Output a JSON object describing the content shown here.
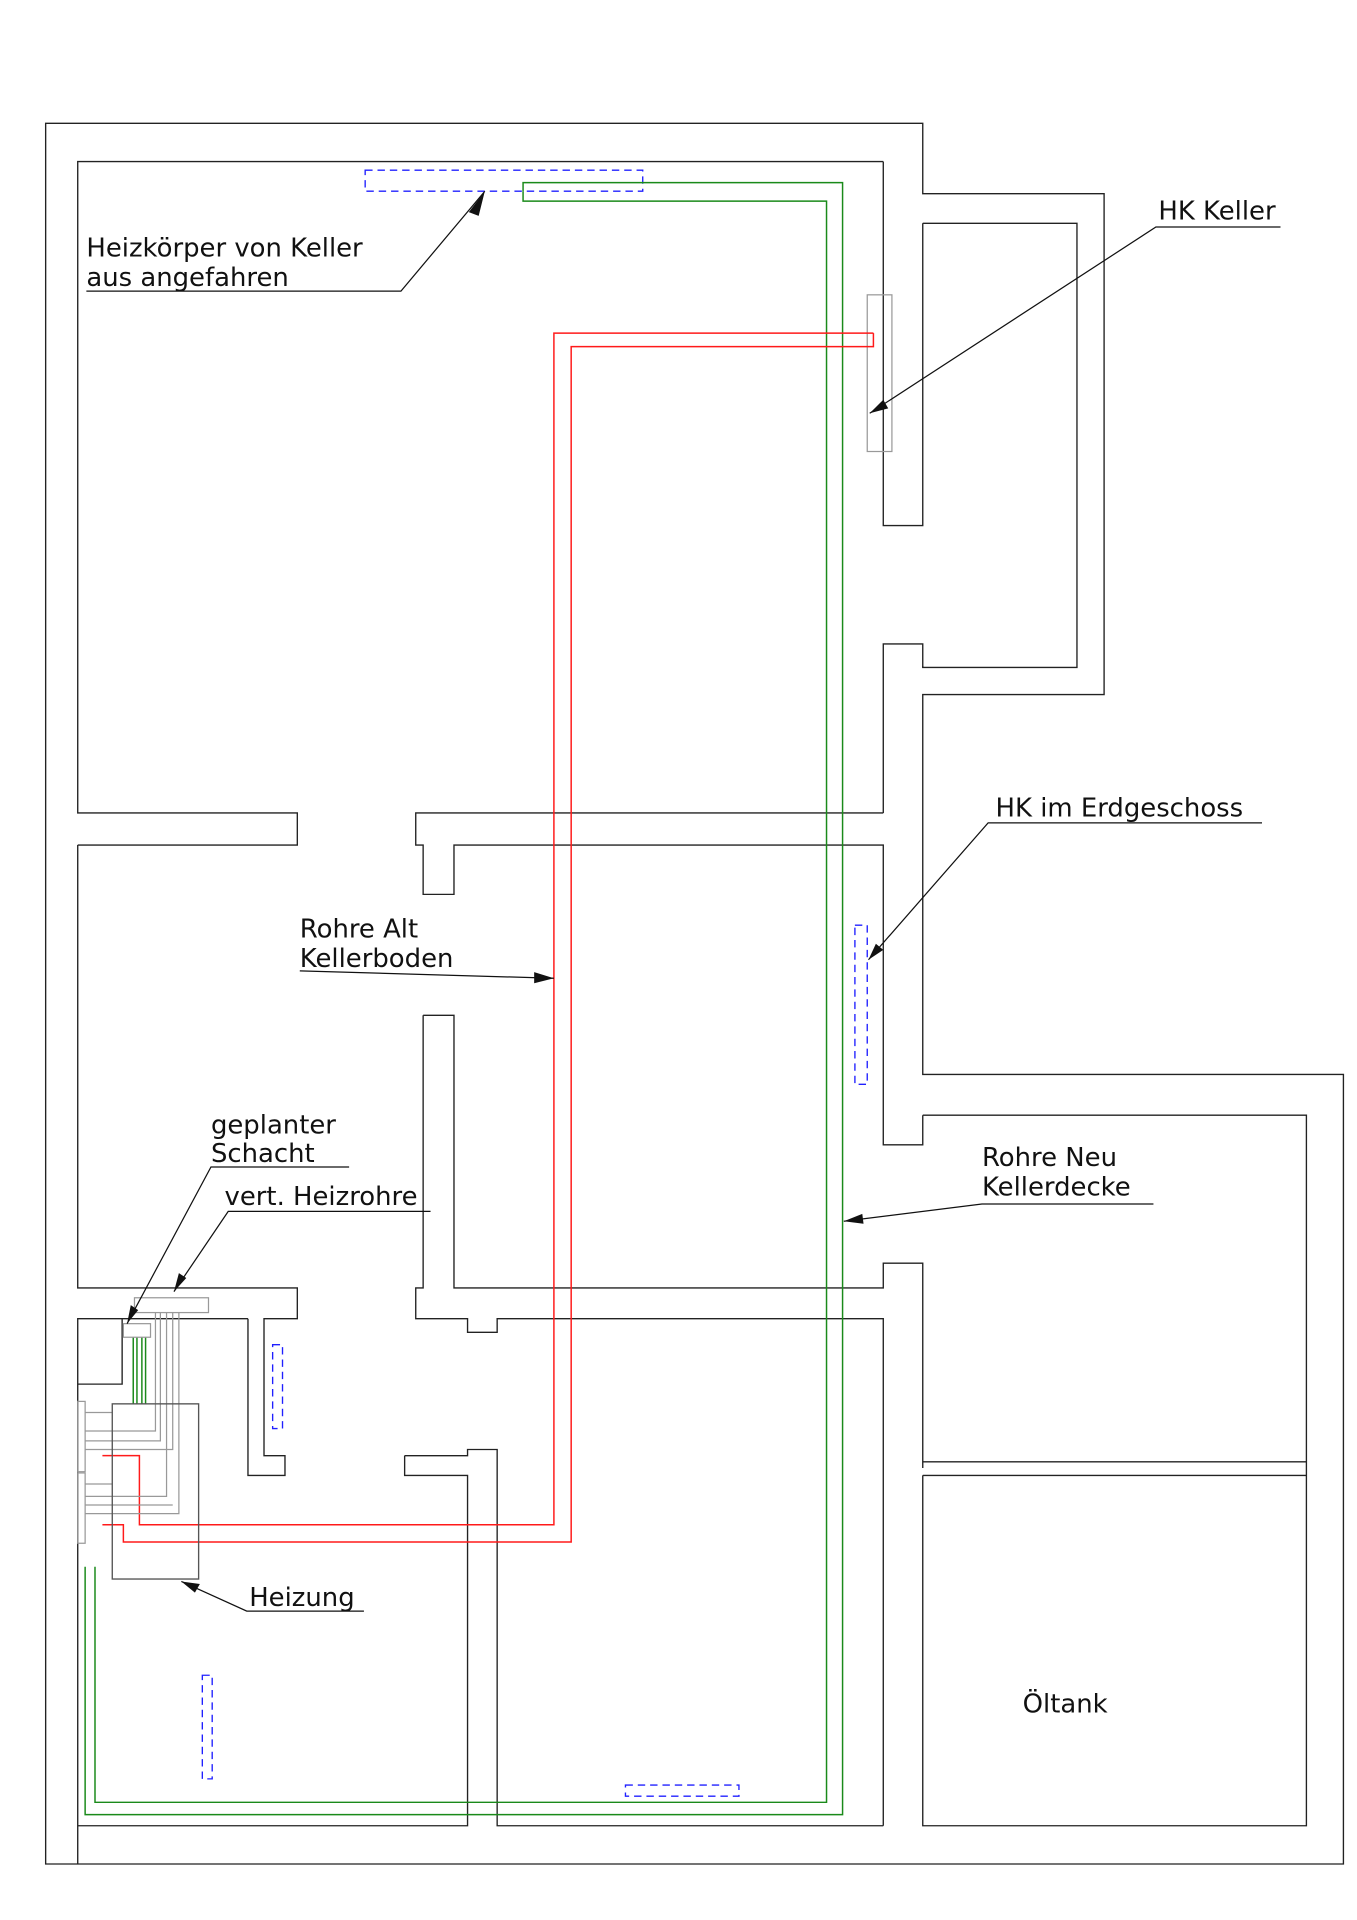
{
  "diagram": {
    "type": "floor-plan",
    "description": "Basement floor plan with heating pipe routing",
    "colors": {
      "walls": "#222222",
      "old_pipes": "#ff1a1a",
      "new_pipes": "#1a8a1a",
      "radiators_ground_floor": "#2020ff",
      "radiator_basement_and_vertical_pipes": "#999999"
    },
    "labels": {
      "heizkoerper_line1": "Heizkörper von Keller",
      "heizkoerper_line2": "aus angefahren",
      "hk_keller": "HK Keller",
      "hk_erdgeschoss": "HK im Erdgeschoss",
      "rohre_alt_line1": "Rohre Alt",
      "rohre_alt_line2": "Kellerboden",
      "geplanter_line1": "geplanter",
      "geplanter_line2": "Schacht",
      "vert_heizrohre": "vert. Heizrohre",
      "rohre_neu_line1": "Rohre Neu",
      "rohre_neu_line2": "Kellerdecke",
      "heizung": "Heizung",
      "oeltank": "Öltank"
    }
  }
}
